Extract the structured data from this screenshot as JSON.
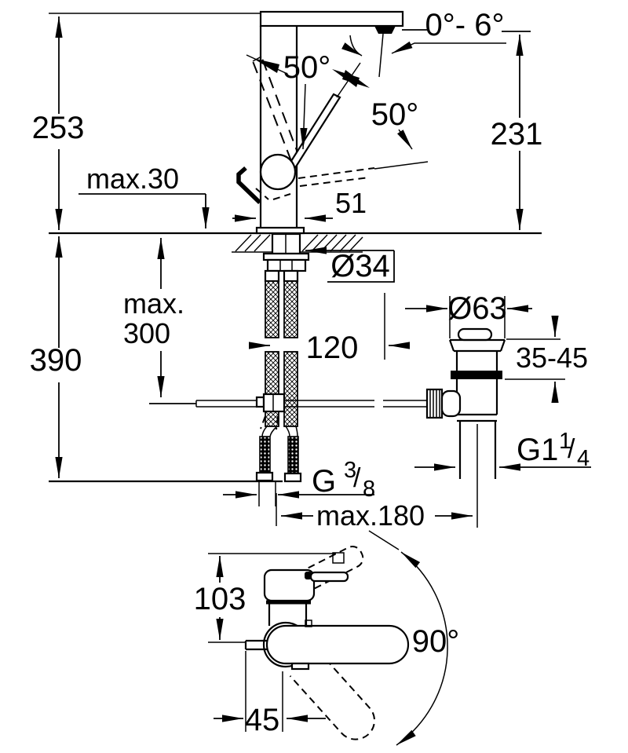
{
  "drawing": {
    "type": "faucet-installation-dimension-diagram",
    "units": "mm",
    "line_color": "#000000",
    "background": "#ffffff",
    "side_view": {
      "total_height_above_deck": "253",
      "max_deck_thickness": "max.30",
      "handle_open_angle": "50°",
      "handle_close_angle": "50°",
      "aerator_angle_range": "0°- 6°",
      "spout_outlet_height": "231",
      "handle_projection": "51",
      "shank_diameter": "Ø34",
      "rod_depth_max_line1": "max.",
      "rod_depth_max_line2": "300",
      "depth_below_deck": "390",
      "hole_distance": "120",
      "waste_flange_diameter": "Ø63",
      "basin_thickness_range": "35-45",
      "max_rod_reach": "max.180",
      "waste_thread": {
        "prefix": "G1",
        "numerator": "1",
        "slash": "/",
        "denominator": "4"
      },
      "hose_thread": {
        "prefix": "G",
        "numerator": "3",
        "slash": "/",
        "denominator": "8"
      }
    },
    "plan_view": {
      "body_depth": "103",
      "spout_swivel_range": "90°",
      "rod_offset": "45"
    }
  }
}
